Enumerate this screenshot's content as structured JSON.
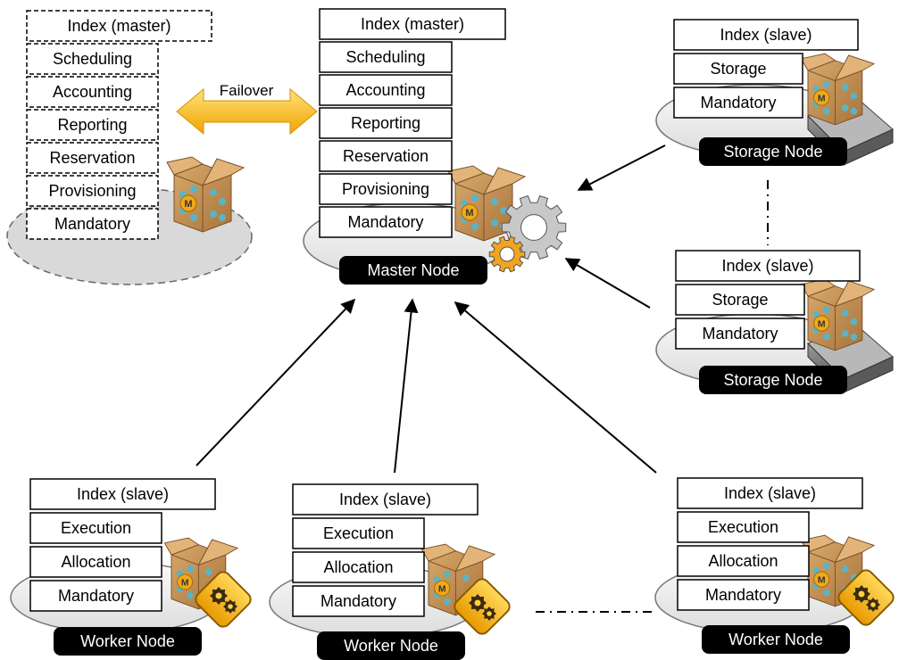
{
  "failover_label": "Failover",
  "backup_master": {
    "modules": [
      "Index (master)",
      "Scheduling",
      "Accounting",
      "Reporting",
      "Reservation",
      "Provisioning",
      "Mandatory"
    ]
  },
  "master": {
    "modules": [
      "Index (master)",
      "Scheduling",
      "Accounting",
      "Reporting",
      "Reservation",
      "Provisioning",
      "Mandatory"
    ],
    "label": "Master Node"
  },
  "storage_nodes": [
    {
      "modules": [
        "Index (slave)",
        "Storage",
        "Mandatory"
      ],
      "label": "Storage Node"
    },
    {
      "modules": [
        "Index (slave)",
        "Storage",
        "Mandatory"
      ],
      "label": "Storage Node"
    }
  ],
  "worker_nodes": [
    {
      "modules": [
        "Index (slave)",
        "Execution",
        "Allocation",
        "Mandatory"
      ],
      "label": "Worker Node"
    },
    {
      "modules": [
        "Index (slave)",
        "Execution",
        "Allocation",
        "Mandatory"
      ],
      "label": "Worker Node"
    },
    {
      "modules": [
        "Index (slave)",
        "Execution",
        "Allocation",
        "Mandatory"
      ],
      "label": "Worker Node"
    }
  ],
  "colors": {
    "box_border": "#000000",
    "node_label_bg": "#000000",
    "node_label_text": "#ffffff",
    "platform": "#eeeeee",
    "backup_platform": "#d9d9d9",
    "failover_arrow": "#f5b800",
    "package_box": "#c8955c",
    "gear_orange": "#f2a41c"
  },
  "icons": [
    "package-icon",
    "gear-icon",
    "drive-icon",
    "worker-badge-icon"
  ]
}
